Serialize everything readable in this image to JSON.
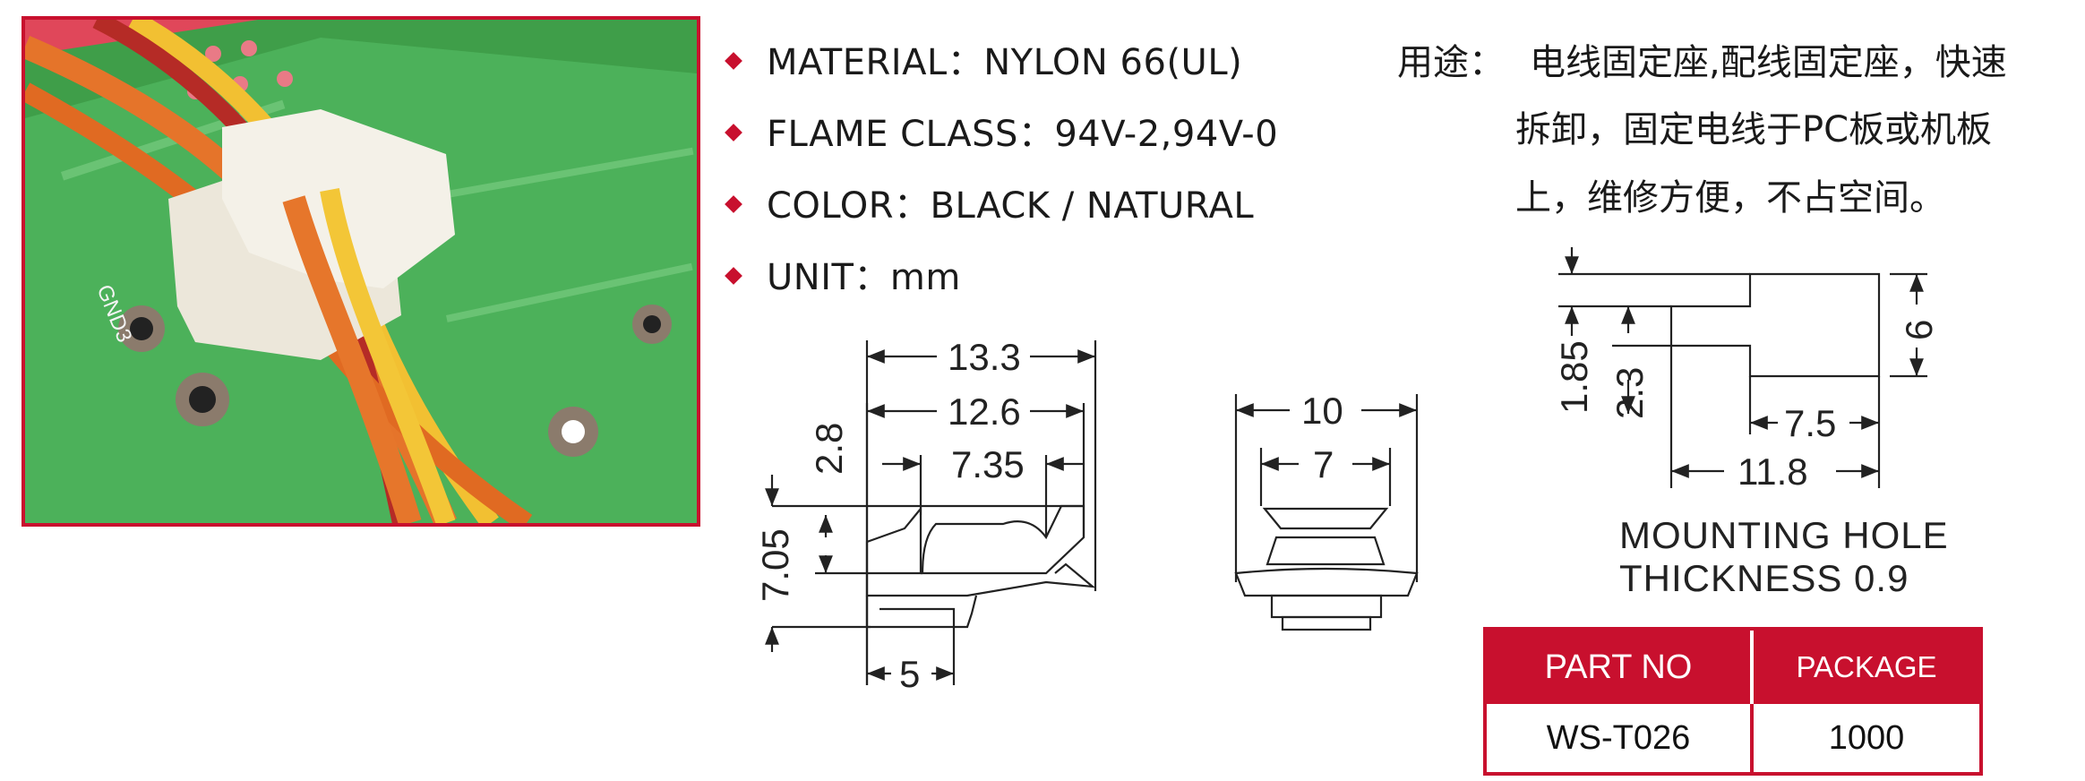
{
  "specs": [
    {
      "label": "MATERIAL：NYLON 66(UL)"
    },
    {
      "label": "FLAME CLASS：94V-2,94V-0"
    },
    {
      "label": "COLOR：BLACK / NATURAL"
    },
    {
      "label": "UNIT：mm"
    }
  ],
  "usage": {
    "label": "用途：",
    "lines": [
      "电线固定座,配线固定座，快速",
      "拆卸，固定电线于PC板或机板",
      "上，维修方便，不占空间。"
    ]
  },
  "photo": {
    "silkscreen": "GND3"
  },
  "side_view": {
    "dims": [
      "13.3",
      "12.6",
      "7.35",
      "2.8",
      "7.05",
      "5"
    ]
  },
  "front_view": {
    "dims": [
      "10",
      "7"
    ]
  },
  "mounting_hole": {
    "dims": [
      "1.85",
      "2.3",
      "6",
      "7.5",
      "11.8"
    ],
    "caption_line1": "MOUNTING HOLE",
    "caption_line2": "THICKNESS 0.9"
  },
  "table": {
    "headers": [
      "PART NO",
      "PACKAGE"
    ],
    "part_no": "WS-T026",
    "package": "1000"
  },
  "colors": {
    "accent_red": "#c8102e",
    "pcb_green": "#3fa34d",
    "clip_white": "#f2efe6"
  }
}
